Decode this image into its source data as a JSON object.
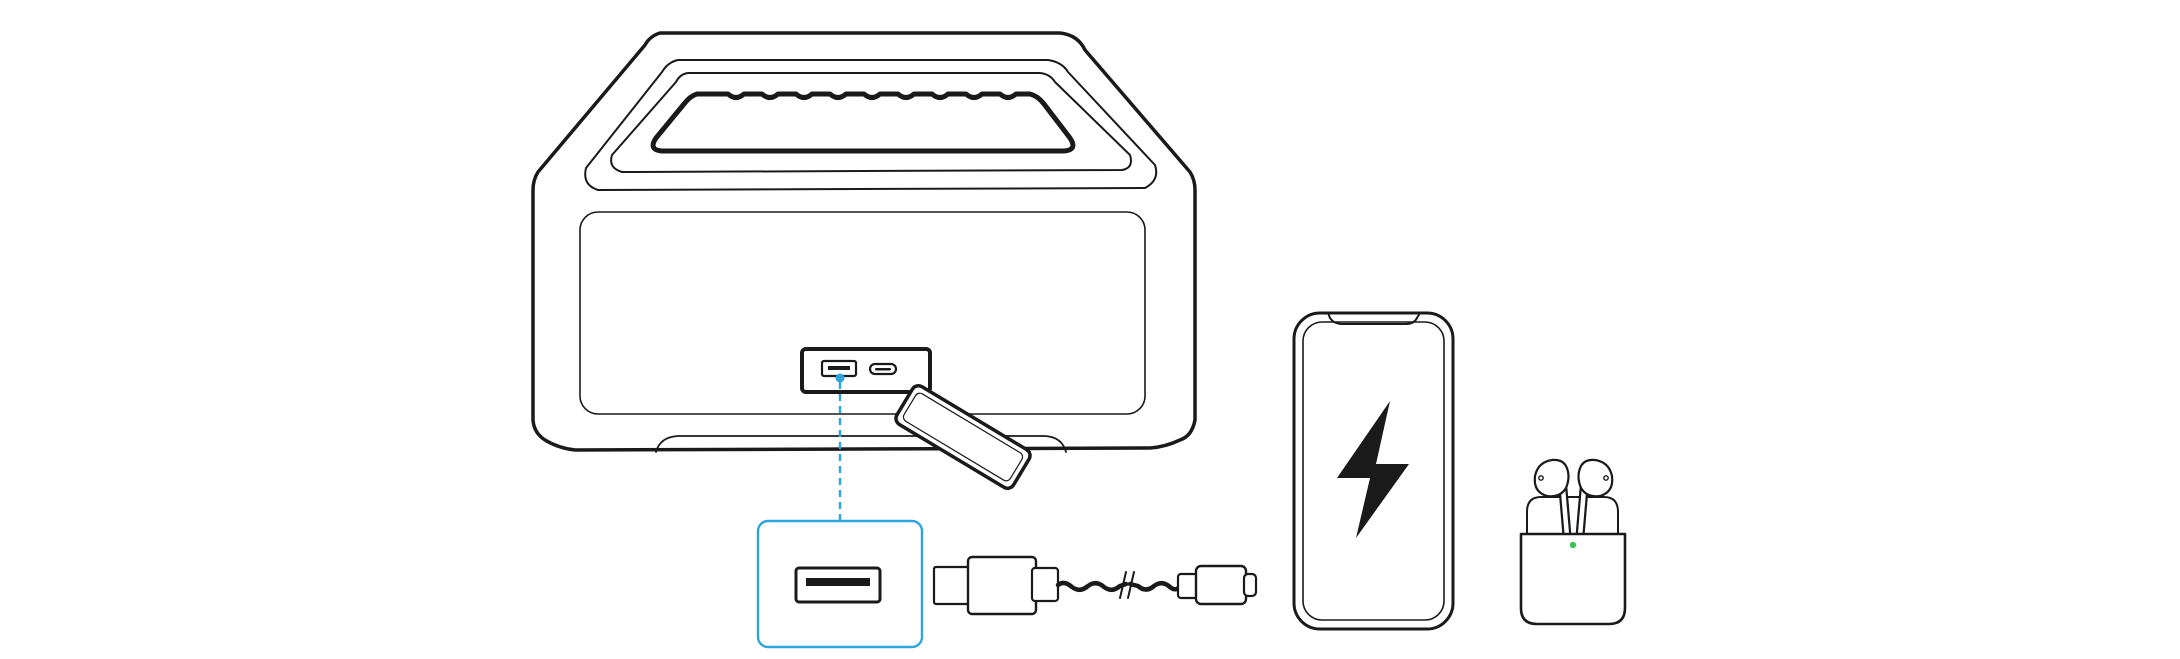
{
  "figure": {
    "subjects": [
      "speaker",
      "usb-a-port-callout",
      "usb-cable",
      "smartphone",
      "earbuds-case"
    ],
    "icons": {
      "speaker": "speaker-icon",
      "callout_port": "usb-a-port-icon",
      "cable": "usb-cable-icon",
      "phone": "smartphone-icon",
      "bolt": "lightning-bolt-icon",
      "earbuds": "earbuds-case-icon"
    },
    "colors": {
      "line": "#1a1a1a",
      "callout": "#2ea3dc",
      "indicator": "#3cc25a",
      "background": "#ffffff"
    }
  }
}
